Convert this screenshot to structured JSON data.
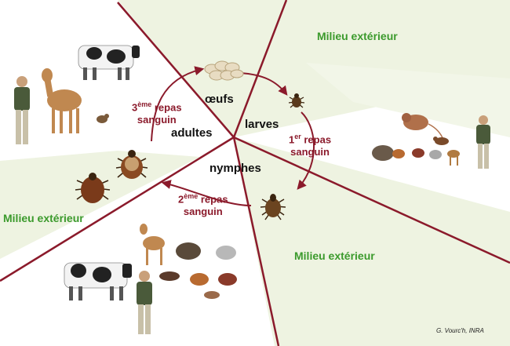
{
  "zones": {
    "exterior_top": "Milieu extérieur",
    "exterior_left": "Milieu extérieur",
    "exterior_bottom": "Milieu extérieur"
  },
  "stages": {
    "eggs": "œufs",
    "larvae": "larves",
    "nymphs": "nymphes",
    "adults": "adultes"
  },
  "meals": {
    "first": {
      "num": "1",
      "sup": "er",
      "word": " repas",
      "line2": "sanguin"
    },
    "second": {
      "num": "2",
      "sup": "ème",
      "word": " repas",
      "line2": "sanguin"
    },
    "third": {
      "num": "3",
      "sup": "ème",
      "word": " repas",
      "line2": "sanguin"
    }
  },
  "credit": "G. Vourc'h, INRA",
  "colors": {
    "line": "#8b1a2b",
    "zone_fill": "#eef3e1",
    "zone_text": "#3b9a2c",
    "meal_text": "#8b1a2b"
  },
  "icons": [
    "cow-icon",
    "deer-icon",
    "human-icon",
    "hare-icon",
    "tick-icon",
    "egg-cluster-icon",
    "rodent-icon",
    "bird-icon",
    "hedgehog-icon",
    "squirrel-icon",
    "pheasant-icon",
    "fox-icon"
  ]
}
